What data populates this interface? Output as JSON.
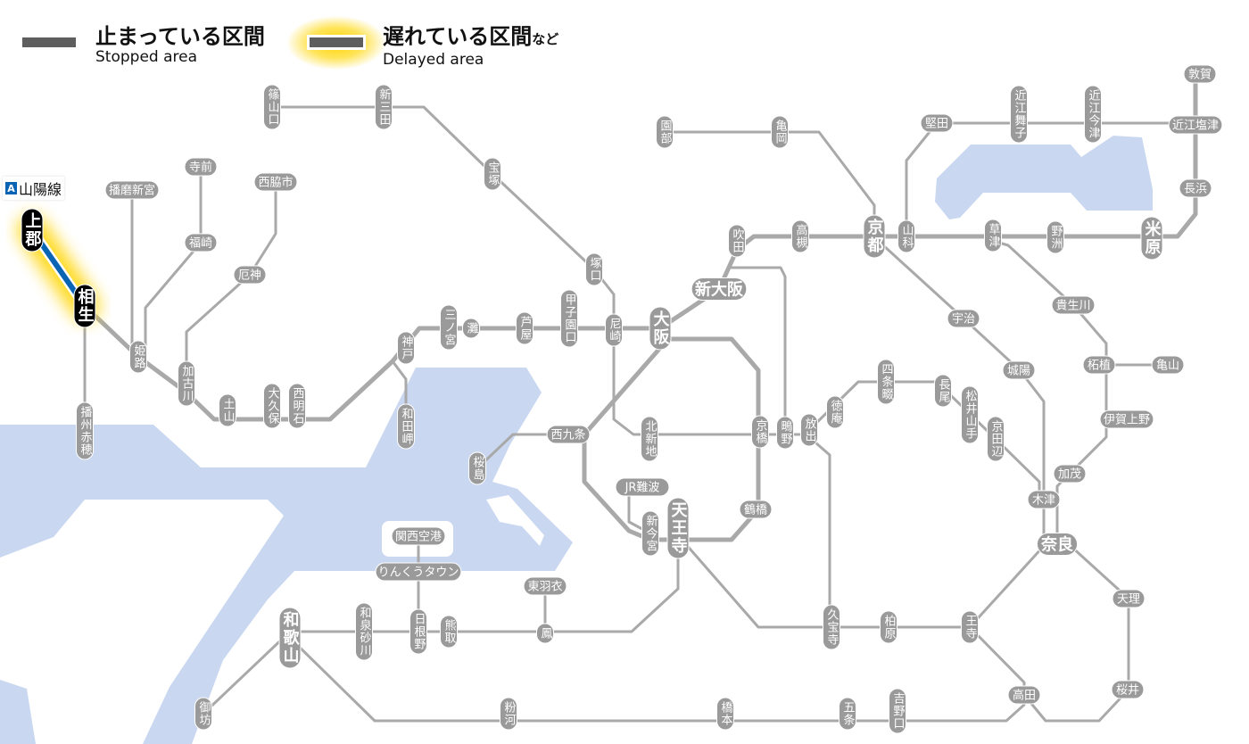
{
  "legend": {
    "stopped": {
      "jp": "止まっている区間",
      "en": "Stopped area",
      "color": "#5e5e5e"
    },
    "delayed": {
      "jp": "遅れている区間",
      "jp_suffix": "など",
      "en": "Delayed area",
      "glow_color": "#ffd400"
    }
  },
  "line_label": {
    "badge": "A",
    "name": "山陽線",
    "color": "#0a64b4"
  },
  "colors": {
    "track": "#a9a9a9",
    "station": "#9a9a9a",
    "water": "#c9d7f1",
    "delayed_line": "#0a64b4"
  },
  "stations": [
    {
      "name": "篠山口"
    },
    {
      "name": "新三田"
    },
    {
      "name": "宝塚"
    },
    {
      "name": "塚口"
    },
    {
      "name": "尼崎"
    },
    {
      "name": "甲子園口"
    },
    {
      "name": "芦屋"
    },
    {
      "name": "灘"
    },
    {
      "name": "三ノ宮"
    },
    {
      "name": "神戸"
    },
    {
      "name": "和田岬"
    },
    {
      "name": "西明石"
    },
    {
      "name": "大久保"
    },
    {
      "name": "土山"
    },
    {
      "name": "加古川"
    },
    {
      "name": "姫路"
    },
    {
      "name": "播磨新宮"
    },
    {
      "name": "寺前"
    },
    {
      "name": "福崎"
    },
    {
      "name": "西脇市"
    },
    {
      "name": "厄神"
    },
    {
      "name": "相生",
      "status": "delayed"
    },
    {
      "name": "上郡",
      "status": "delayed"
    },
    {
      "name": "播州赤穂"
    },
    {
      "name": "園部"
    },
    {
      "name": "亀岡"
    },
    {
      "name": "京都"
    },
    {
      "name": "山科"
    },
    {
      "name": "堅田"
    },
    {
      "name": "近江舞子"
    },
    {
      "name": "近江今津"
    },
    {
      "name": "敦賀"
    },
    {
      "name": "近江塩津"
    },
    {
      "name": "長浜"
    },
    {
      "name": "米原"
    },
    {
      "name": "野洲"
    },
    {
      "name": "草津"
    },
    {
      "name": "高槻"
    },
    {
      "name": "吹田"
    },
    {
      "name": "新大阪"
    },
    {
      "name": "大阪"
    },
    {
      "name": "宇治"
    },
    {
      "name": "城陽"
    },
    {
      "name": "貴生川"
    },
    {
      "name": "柘植"
    },
    {
      "name": "亀山"
    },
    {
      "name": "伊賀上野"
    },
    {
      "name": "加茂"
    },
    {
      "name": "木津"
    },
    {
      "name": "奈良"
    },
    {
      "name": "天理"
    },
    {
      "name": "桜井"
    },
    {
      "name": "高田"
    },
    {
      "name": "王寺"
    },
    {
      "name": "柏原"
    },
    {
      "name": "久宝寺"
    },
    {
      "name": "吉野口"
    },
    {
      "name": "五条"
    },
    {
      "name": "橋本"
    },
    {
      "name": "粉河"
    },
    {
      "name": "御坊"
    },
    {
      "name": "和歌山"
    },
    {
      "name": "和泉砂川"
    },
    {
      "name": "日根野"
    },
    {
      "name": "熊取"
    },
    {
      "name": "鳳"
    },
    {
      "name": "東羽衣"
    },
    {
      "name": "りんくうタウン"
    },
    {
      "name": "関西空港"
    },
    {
      "name": "天王寺"
    },
    {
      "name": "新今宮"
    },
    {
      "name": "JR難波"
    },
    {
      "name": "鶴橋"
    },
    {
      "name": "北新地"
    },
    {
      "name": "京橋"
    },
    {
      "name": "鴫野"
    },
    {
      "name": "放出"
    },
    {
      "name": "徳庵"
    },
    {
      "name": "四条畷"
    },
    {
      "name": "長尾"
    },
    {
      "name": "松井山手"
    },
    {
      "name": "京田辺"
    },
    {
      "name": "西九条"
    },
    {
      "name": "桜島"
    }
  ]
}
